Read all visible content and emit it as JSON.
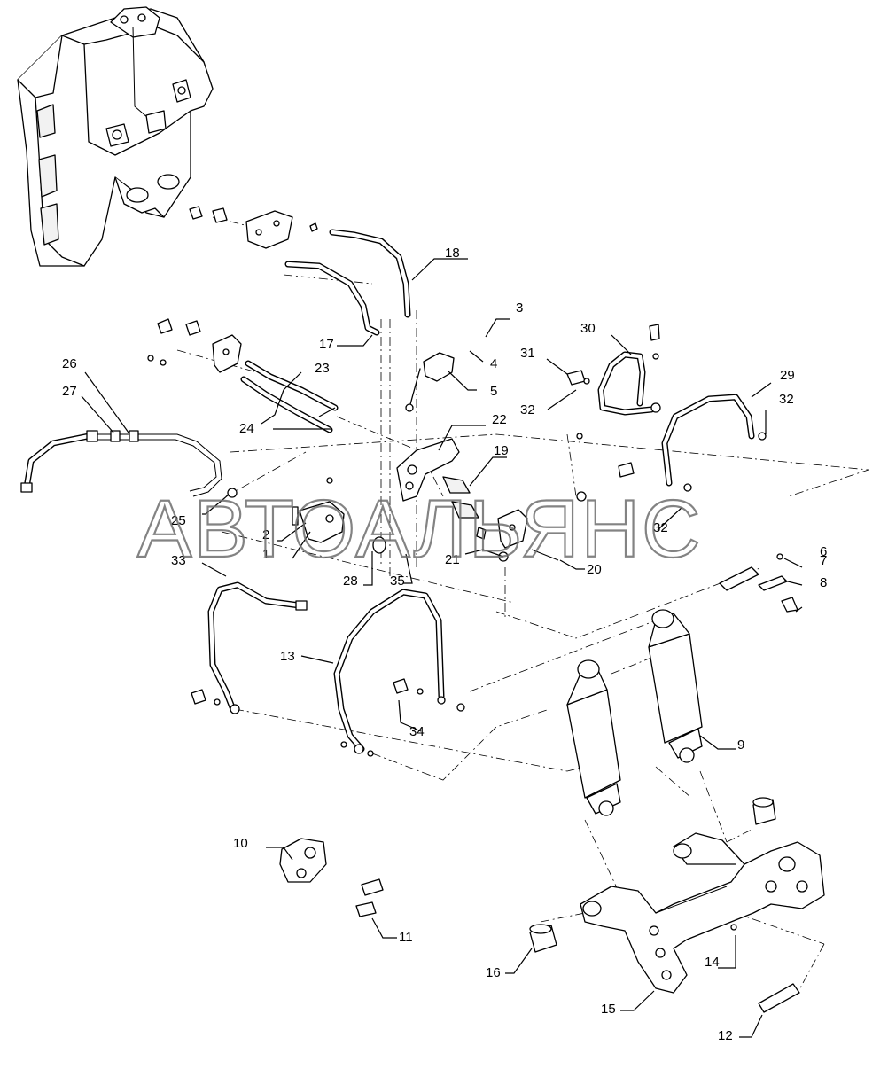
{
  "watermark": "АВТОАЛЬЯНС",
  "callouts": {
    "c1": "1",
    "c2": "2",
    "c3": "3",
    "c4": "4",
    "c5": "5",
    "c6": "6",
    "c7": "7",
    "c8": "8",
    "c9": "9",
    "c10": "10",
    "c11": "11",
    "c12": "12",
    "c13": "13",
    "c14": "14",
    "c15": "15",
    "c16": "16",
    "c17": "17",
    "c18": "18",
    "c19": "19",
    "c20": "20",
    "c21": "21",
    "c22": "22",
    "c23": "23",
    "c24": "24",
    "c25": "25",
    "c26": "26",
    "c27": "27",
    "c28": "28",
    "c29": "29",
    "c30": "30",
    "c31": "31",
    "c32a": "32",
    "c32b": "32",
    "c32c": "32",
    "c33": "33",
    "c34": "34",
    "c35": "35"
  }
}
